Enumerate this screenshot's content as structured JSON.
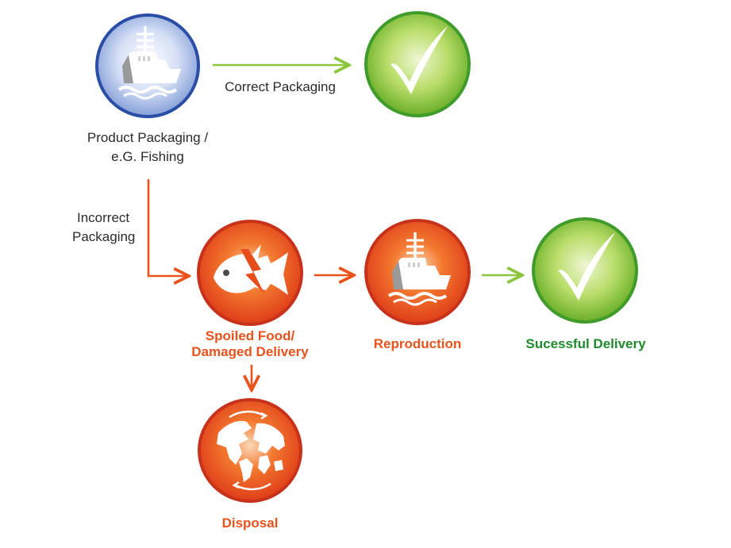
{
  "nodes": {
    "source": {
      "icon": "ship-icon",
      "line1": "Product Packaging /",
      "line2": "e.G. Fishing"
    },
    "check_top": {
      "icon": "checkmark-icon"
    },
    "spoiled": {
      "icon": "spoiled-fish-icon",
      "line1": "Spoiled Food/",
      "line2": "Damaged Delivery"
    },
    "reproduction": {
      "icon": "ship-icon",
      "label": "Reproduction"
    },
    "success": {
      "icon": "checkmark-icon",
      "label": "Sucessful Delivery"
    },
    "disposal": {
      "icon": "globe-icon",
      "label": "Disposal"
    }
  },
  "edges": {
    "correct": {
      "label": "Correct Packaging"
    },
    "incorrect": {
      "line1": "Incorrect",
      "line2": "Packaging"
    }
  },
  "colors": {
    "blue_node": "#aebfe6",
    "blue_ring": "#2a4ea6",
    "green_node": "#8cc63f",
    "green_ring": "#3f9b2a",
    "orange_node": "#e84e1c",
    "orange_ring": "#c7321a",
    "green_arrow": "#8cc63f",
    "orange_arrow": "#e8531d",
    "text_dark": "#2b2b2b",
    "text_orange": "#e8531d",
    "text_green": "#1f8a2e"
  }
}
